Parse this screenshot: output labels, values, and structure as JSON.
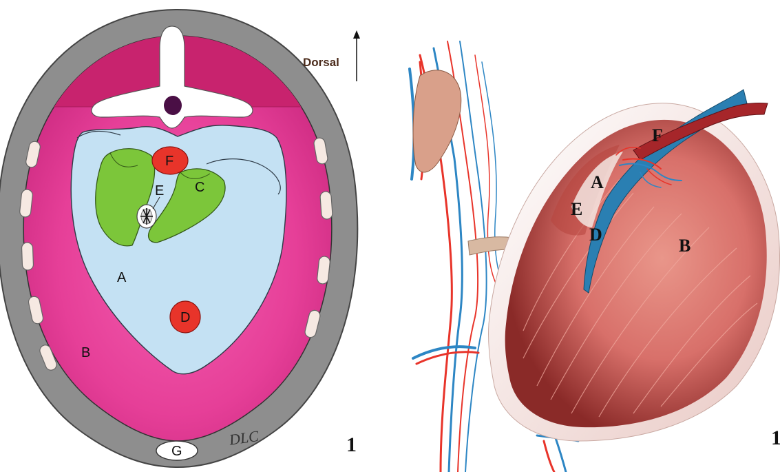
{
  "left_panel": {
    "orientation_label": "Dorsal",
    "labels": {
      "A": "A",
      "B": "B",
      "C": "C",
      "D": "D",
      "E": "E",
      "F": "F",
      "G": "G"
    },
    "signature": "DLC",
    "panel_number": "1"
  },
  "right_panel": {
    "labels": {
      "A": "A",
      "B": "B",
      "D": "D",
      "E": "E",
      "F": "F"
    },
    "panel_number": "1"
  },
  "colors": {
    "body_wall": "#8e8e8e",
    "dorsal_muscle": "#c8236e",
    "coelom_pink": "#e63f98",
    "heart_blue": "#c4e1f3",
    "green_organ": "#7cc63a",
    "red_vessel": "#e8342a",
    "muscle_red": "#c9504a"
  }
}
